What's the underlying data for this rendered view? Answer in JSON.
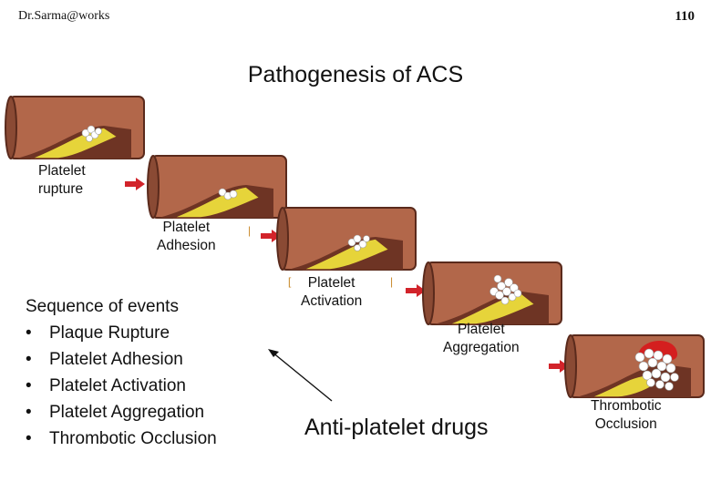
{
  "header": {
    "author": "Dr.Sarma@works",
    "page_number": "110"
  },
  "title": "Pathogenesis of ACS",
  "stages": [
    {
      "label": "Platelet\nrupture"
    },
    {
      "label": "Platelet\nAdhesion"
    },
    {
      "label": "Platelet\nActivation"
    },
    {
      "label": "Platelet\nAggregation"
    },
    {
      "label": "Thrombotic\nOcclusion"
    }
  ],
  "sequence": {
    "heading": "Sequence of events",
    "bullet": "•",
    "items": [
      "Plaque Rupture",
      "Platelet Adhesion",
      "Platelet Activation",
      "Platelet Aggregation",
      "Thrombotic Occlusion"
    ]
  },
  "drugs_label": "Anti-platelet drugs",
  "colors": {
    "vessel": "#b2674a",
    "vessel_dark": "#6e3424",
    "plaque": "#e6d43a",
    "platelet": "#ffffff",
    "thrombus": "#d41f1f",
    "arrow": "#d2232a"
  }
}
